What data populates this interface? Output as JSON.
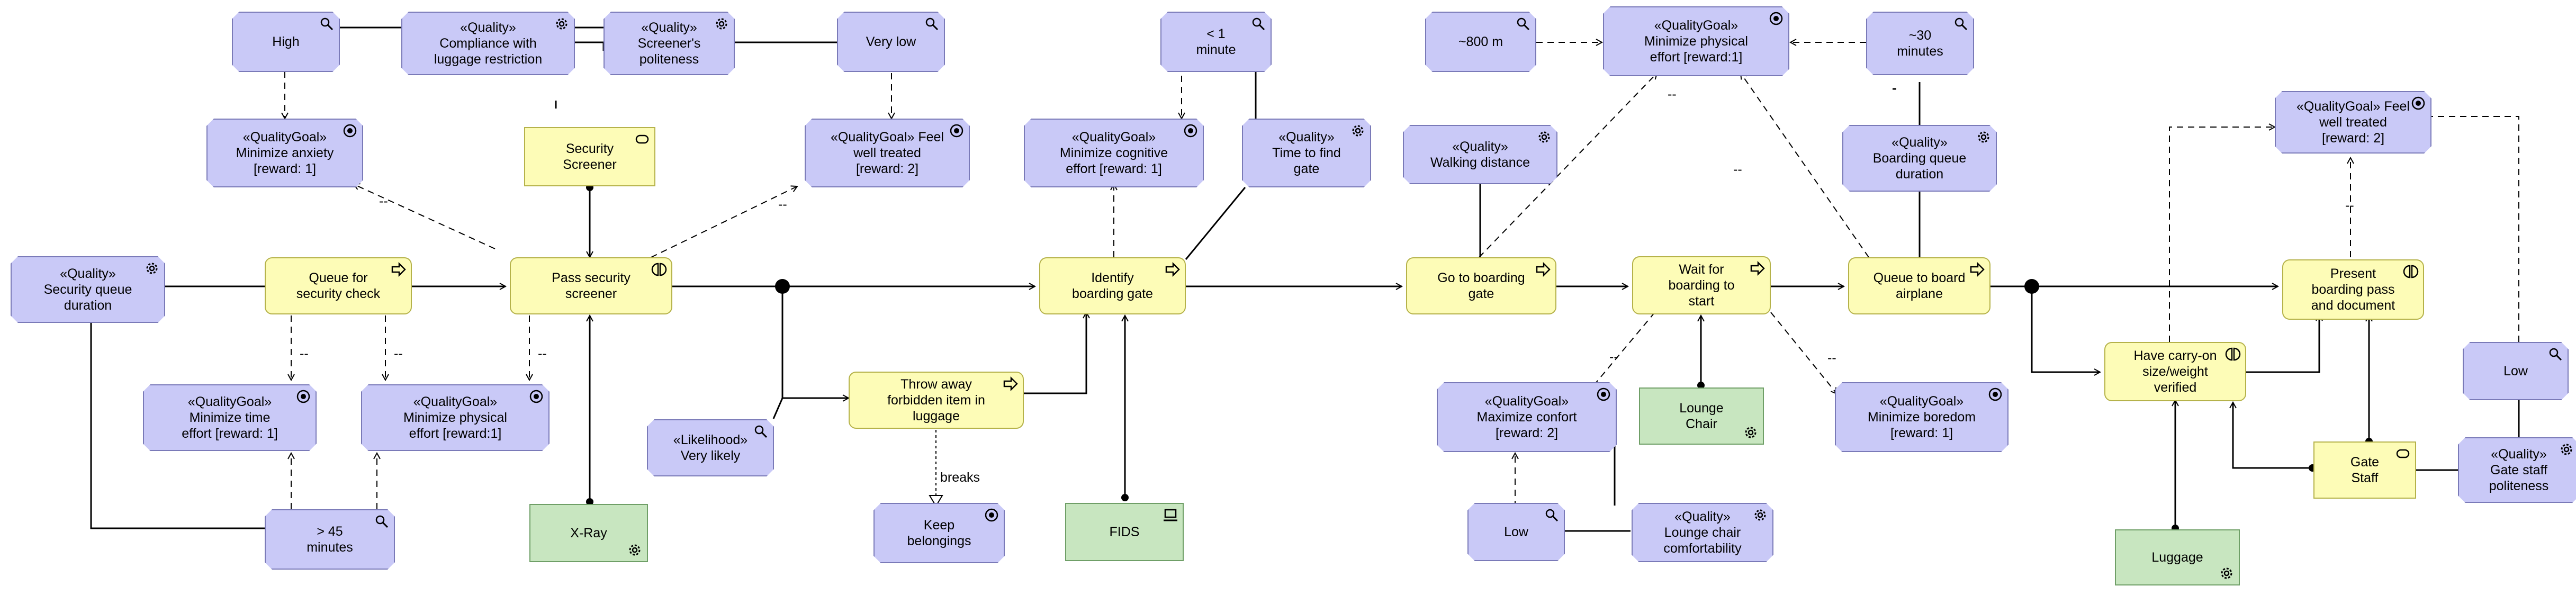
{
  "nodes": {
    "high": "High",
    "q_compliance": "«Quality»\nCompliance with\nluggage restriction",
    "q_politeness": "«Quality»\nScreener's\npoliteness",
    "very_low": "Very low",
    "one_minute": "< 1\nminute",
    "m800": "~800 m",
    "qg_physical_top": "«QualityGoal»\nMinimize physical\neffort [reward:1]",
    "min30": "~30\nminutes",
    "qg_feel_right": "«QualityGoal» Feel\nwell treated\n[reward: 2]",
    "qg_anxiety": "«QualityGoal»\nMinimize anxiety\n[reward: 1]",
    "security_screener": "Security\nScreener",
    "qg_feel_left": "«QualityGoal» Feel\nwell treated\n[reward: 2]",
    "qg_cognitive": "«QualityGoal»\nMinimize cognitive\neffort [reward: 1]",
    "q_time_gate": "«Quality»\nTime to find\ngate",
    "q_walking": "«Quality»\nWalking distance",
    "q_boarding_queue": "«Quality»\nBoarding queue\nduration",
    "q_security_queue": "«Quality»\nSecurity queue\nduration",
    "queue_security": "Queue for\nsecurity check",
    "pass_screener": "Pass security\nscreener",
    "identify_gate": "Identify\nboarding gate",
    "go_gate": "Go to boarding\ngate",
    "wait_boarding": "Wait for\nboarding to\nstart",
    "queue_board": "Queue to board\nairplane",
    "present_pass": "Present\nboarding pass\nand document",
    "qg_time": "«QualityGoal»\nMinimize time\neffort [reward: 1]",
    "qg_physical_left": "«QualityGoal»\nMinimize physical\neffort [reward:1]",
    "throw_away": "Throw away\nforbidden item in\nluggage",
    "likelihood": "«Likelihood»\nVery likely",
    "qg_comfort": "«QualityGoal»\nMaximize confort\n[reward: 2]",
    "lounge_chair": "Lounge\nChair",
    "qg_boredom": "«QualityGoal»\nMinimize boredom\n[reward: 1]",
    "carry_on": "Have carry-on\nsize/weight\nverified",
    "low_right": "Low",
    "more45": "> 45\nminutes",
    "xray": "X-Ray",
    "keep_belongings": "Keep\nbelongings",
    "fids": "FIDS",
    "low_mid": "Low",
    "q_lounge_comfort": "«Quality»\nLounge chair\ncomfortability",
    "gate_staff": "Gate\nStaff",
    "q_gate_politeness": "«Quality»\nGate staff\npoliteness",
    "luggage": "Luggage"
  },
  "edge_labels": {
    "breaks": "breaks",
    "minus": "--"
  },
  "colors": {
    "quality_fill": "#c9c9f7",
    "process_fill": "#fdfcb7",
    "resource_fill": "#c8e6c0",
    "line": "#000000"
  }
}
